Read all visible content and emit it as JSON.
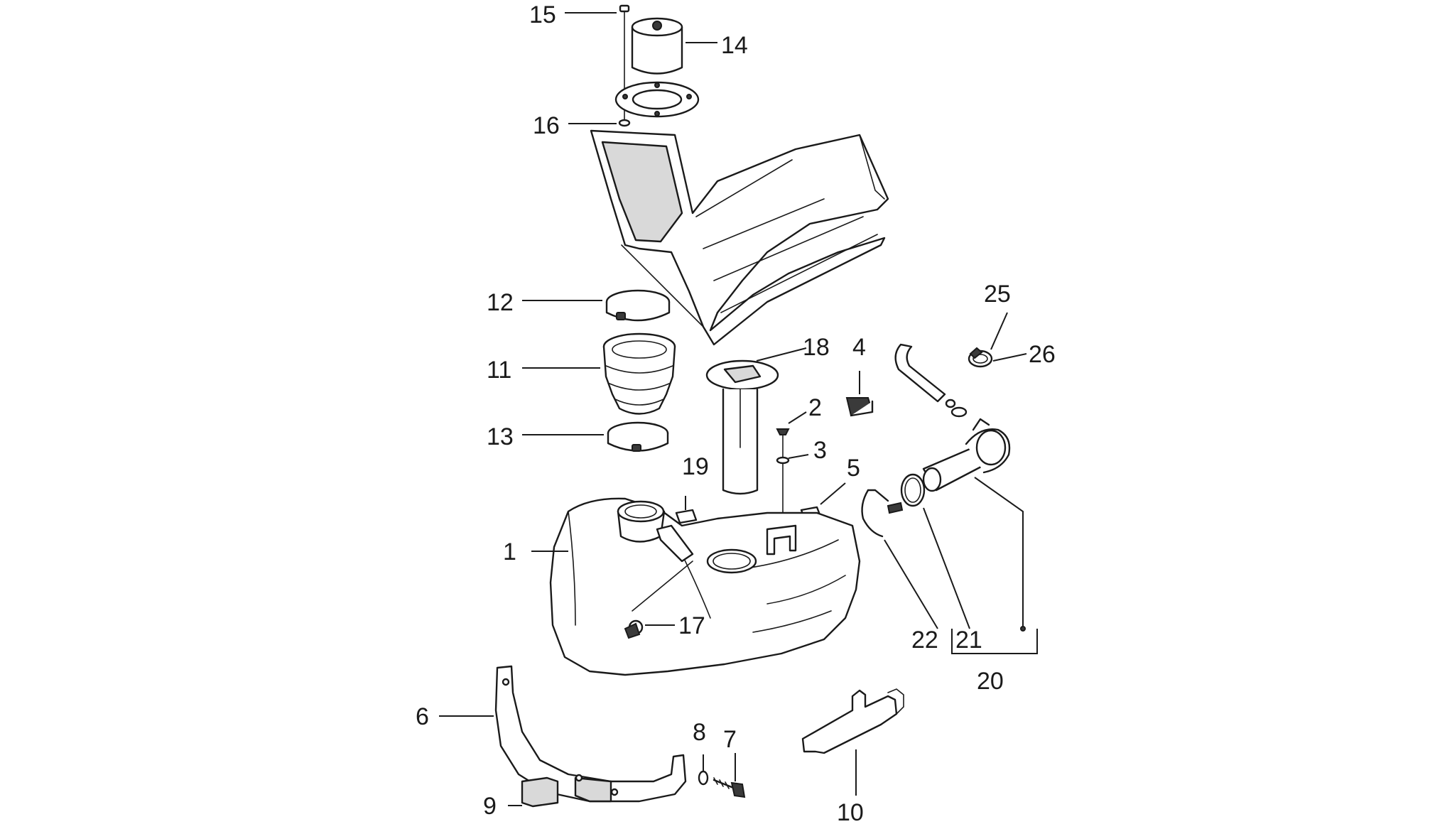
{
  "callouts": {
    "c1": "1",
    "c2": "2",
    "c3": "3",
    "c4": "4",
    "c5": "5",
    "c6": "6",
    "c7": "7",
    "c8": "8",
    "c9": "9",
    "c10": "10",
    "c11": "11",
    "c12": "12",
    "c13": "13",
    "c14": "14",
    "c15": "15",
    "c16": "16",
    "c17": "17",
    "c18": "18",
    "c19": "19",
    "c20": "20",
    "c21": "21",
    "c22": "22",
    "c25": "25",
    "c26": "26"
  }
}
